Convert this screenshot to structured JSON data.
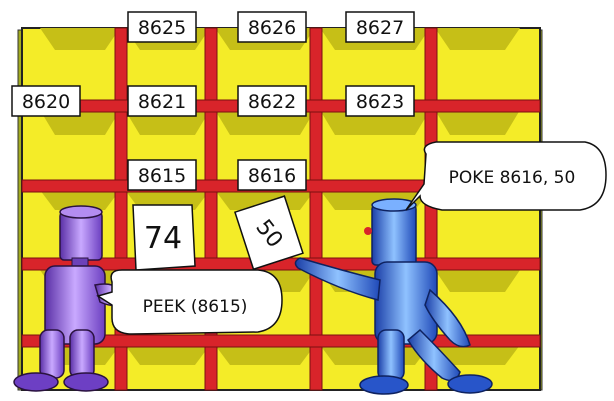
{
  "memory_labels": {
    "row_top": [
      "8625",
      "8626",
      "8627"
    ],
    "row_middle": [
      "8620",
      "8621",
      "8622",
      "8623"
    ],
    "row_bottom": [
      "8615",
      "8616"
    ]
  },
  "notes": {
    "peek_value": "74",
    "poke_value": "50"
  },
  "speech": {
    "peek": "PEEK (8615)",
    "poke": "POKE 8616, 50"
  },
  "colors": {
    "grid_red": "#d8242a",
    "cell_yellow": "#f7ef2a",
    "cell_shadow": "#c9c21a",
    "cell_side": "#9aa31a",
    "purple_robot": "#8a5bd6",
    "blue_robot": "#2f6fe0"
  }
}
